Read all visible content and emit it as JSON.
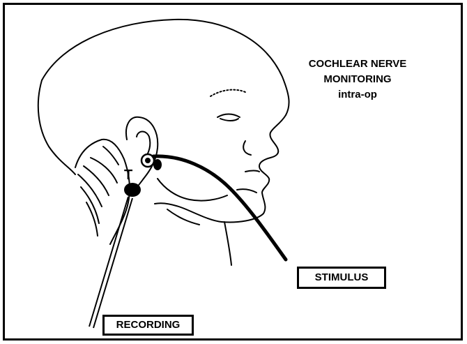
{
  "figure": {
    "title_line1": "COCHLEAR NERVE",
    "title_line2": "MONITORING",
    "title_line3": "intra-op",
    "tumor_label": "T",
    "stimulus_label": "STIMULUS",
    "recording_label": "RECORDING"
  },
  "colors": {
    "ink": "#000000",
    "background": "#ffffff"
  }
}
